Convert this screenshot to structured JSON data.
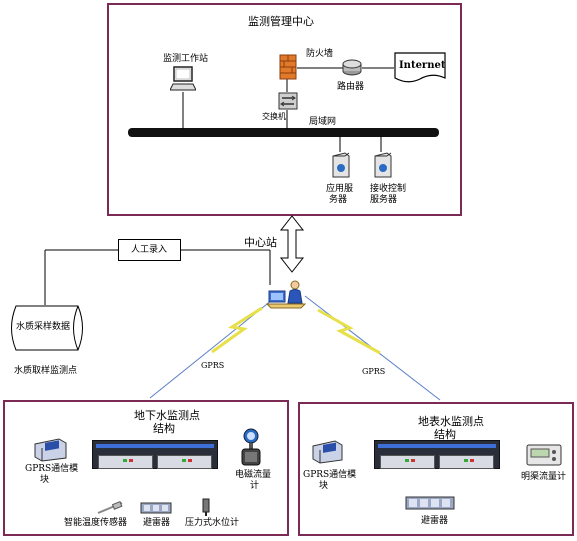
{
  "center": {
    "title": "监测管理中心",
    "workstation": "监测工作站",
    "firewall": "防火墙",
    "internet": "Internet",
    "router": "路由器",
    "switch": "交换机",
    "lan": "局域网",
    "app_server": [
      "应用服",
      "务器"
    ],
    "recv_server": [
      "接收控制",
      "服务器"
    ]
  },
  "manual_entry": "人工录入",
  "central_station": "中心站",
  "water_sample_data": "水质采样数据",
  "water_sample_point": "水质取样监测点",
  "gprs_left": "GPRS",
  "gprs_right": "GPRS",
  "ground": {
    "title": [
      "地下水监测点",
      "结构"
    ],
    "gprs_module": [
      "GPRS通信模",
      "块"
    ],
    "em_flowmeter": [
      "电磁流量",
      "计"
    ],
    "temp_sensor": "智能温度传感器",
    "lightning": "避雷器",
    "pressure_gauge": "压力式水位计"
  },
  "surface": {
    "title": [
      "地表水监测点",
      "结构"
    ],
    "gprs_module": [
      "GPRS通信模",
      "块"
    ],
    "channel_flowmeter": "明渠流量计",
    "lightning": "避雷器"
  },
  "colors": {
    "border": "#7a2a55",
    "lightning": "#e8e04a",
    "link_line": "#5a7fc8",
    "firewall": "#e07a2a"
  }
}
